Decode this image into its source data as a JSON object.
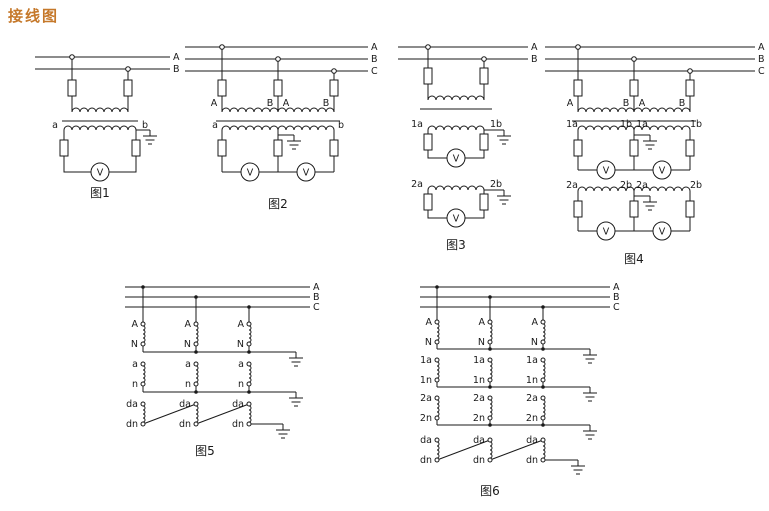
{
  "title": "接线图",
  "accent_color": "#c5782a",
  "meter_label": "V",
  "figures": {
    "fig1": {
      "caption": "图1",
      "phases": {
        "a": "A",
        "b": "B"
      },
      "labels": {
        "sec_a": "a",
        "sec_b": "b"
      }
    },
    "fig2": {
      "caption": "图2",
      "phases": {
        "a": "A",
        "b": "B",
        "c": "C"
      },
      "labels": {
        "prim_a": "A",
        "prim_b": "B",
        "sec_a": "a",
        "sec_b": "b"
      }
    },
    "fig3": {
      "caption": "图3",
      "phases": {
        "a": "A",
        "b": "B"
      },
      "labels": {
        "sec1_a": "1a",
        "sec1_b": "1b",
        "sec2_a": "2a",
        "sec2_b": "2b"
      }
    },
    "fig4": {
      "caption": "图4",
      "phases": {
        "a": "A",
        "b": "B",
        "c": "C"
      },
      "labels": {
        "prim_a": "A",
        "prim_b": "B",
        "sec1_a": "1a",
        "sec1_b": "1b",
        "sec2_a": "2a",
        "sec2_b": "2b"
      }
    },
    "fig5": {
      "caption": "图5",
      "phases": {
        "a": "A",
        "b": "B",
        "c": "C"
      },
      "labels": {
        "w1_top": "A",
        "w1_bot": "N",
        "w2_top": "a",
        "w2_bot": "n",
        "w3_top": "da",
        "w3_bot": "dn"
      }
    },
    "fig6": {
      "caption": "图6",
      "phases": {
        "a": "A",
        "b": "B",
        "c": "C"
      },
      "labels": {
        "w1_top": "A",
        "w1_bot": "N",
        "w2_top": "1a",
        "w2_bot": "1n",
        "w3_top": "2a",
        "w3_bot": "2n",
        "w4_top": "da",
        "w4_bot": "dn"
      }
    }
  }
}
